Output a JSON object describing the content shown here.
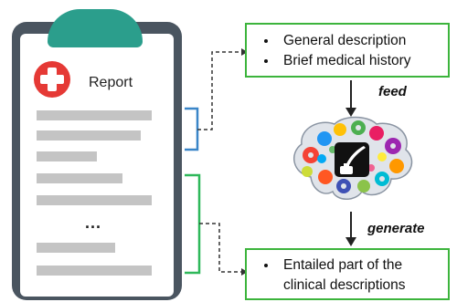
{
  "report": {
    "title": "Report",
    "ellipsis": "..."
  },
  "input_box": {
    "items": [
      "General description",
      "Brief medical history"
    ]
  },
  "output_box": {
    "items": [
      "Entailed part of the",
      "clinical descriptions"
    ]
  },
  "arrows": {
    "feed_label": "feed",
    "generate_label": "generate"
  },
  "colors": {
    "clipboard_body": "#4a5560",
    "clipboard_clip": "#2b9e8c",
    "red_cross": "#e53935",
    "top_bracket": "#3a86c8",
    "bottom_bracket": "#2fb85a",
    "box_border": "#3cb43c",
    "text_line": "#c4c4c4"
  },
  "icons": [
    "red-cross-icon",
    "brain-gears-icon",
    "quill-inkwell-icon"
  ]
}
